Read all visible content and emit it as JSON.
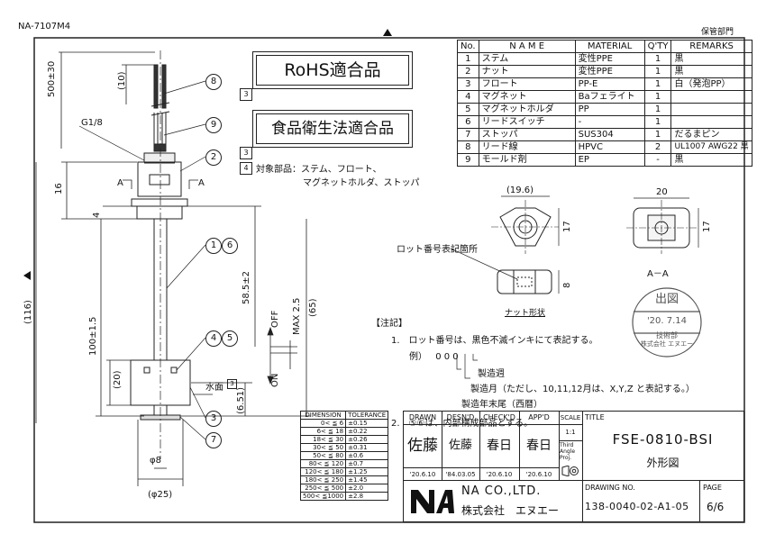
{
  "header": {
    "doc_code": "NA-7107M4",
    "storage": "保管部門"
  },
  "badges": {
    "rohs": "RoHS適合品",
    "food": "食品衛生法適合品",
    "target_parts": "対象部品：ステム、フロート、",
    "target_parts2": "マグネットホルダ、ストッパ"
  },
  "parts_table": {
    "headers": [
      "No.",
      "N A M E",
      "MATERIAL",
      "Q'TY",
      "REMARKS"
    ],
    "rows": [
      {
        "no": "1",
        "name": "ステム",
        "material": "変性PPE",
        "qty": "1",
        "remarks": "黒"
      },
      {
        "no": "2",
        "name": "ナット",
        "material": "変性PPE",
        "qty": "1",
        "remarks": "黒"
      },
      {
        "no": "3",
        "name": "フロート",
        "material": "PP-E",
        "qty": "1",
        "remarks": "白（発泡PP）"
      },
      {
        "no": "4",
        "name": "マグネット",
        "material": "Baフェライト",
        "qty": "1",
        "remarks": ""
      },
      {
        "no": "5",
        "name": "マグネットホルダ",
        "material": "PP",
        "qty": "1",
        "remarks": ""
      },
      {
        "no": "6",
        "name": "リードスイッチ",
        "material": "-",
        "qty": "1",
        "remarks": ""
      },
      {
        "no": "7",
        "name": "ストッパ",
        "material": "SUS304",
        "qty": "1",
        "remarks": "だるまピン"
      },
      {
        "no": "8",
        "name": "リード線",
        "material": "HPVC",
        "qty": "2",
        "remarks": "UL1007 AWG22 黒"
      },
      {
        "no": "9",
        "name": "モールド剤",
        "material": "EP",
        "qty": "-",
        "remarks": "黒"
      }
    ]
  },
  "dims": {
    "d500": "500±30",
    "d10": "(10)",
    "g18": "G1/8",
    "d16": "16",
    "d4": "4",
    "d116": "(116)",
    "d100": "100±1.5",
    "d585": "58.5±2",
    "d65": "(65)",
    "max25": "MAX 2.5",
    "off": "OFF",
    "on": "ON",
    "d20": "(20)",
    "d651": "(6.51)",
    "suimen": "水面",
    "phi8": "φ8",
    "phi25": "(φ25)",
    "nut_w": "(19.6)",
    "nut_h": "17",
    "nut_t": "8",
    "aa_w": "20",
    "aa_h": "17",
    "section_a": "A",
    "aa_label": "A－A",
    "lot_label": "ロット番号表記箇所",
    "nut_shape": "ナット形状"
  },
  "balloons": [
    "8",
    "9",
    "2",
    "1",
    "6",
    "4",
    "5",
    "3",
    "7"
  ],
  "notes": {
    "title": "【注記】",
    "n1": "1.　ロット番号は、黒色不滅インキにて表記する。",
    "example": "例）",
    "example_code": "0 0 0",
    "week": "製造週",
    "month": "製造月（ただし、10,11,12月は、X,Y,Z と表記する。）",
    "year": "製造年末尾（西暦）",
    "n2": "2.　⑤⑥は、内部構成部品とする。"
  },
  "stamp": {
    "top": "出図",
    "date": "'20. 7.14",
    "dept": "技術部",
    "company": "株式会社 エヌエー"
  },
  "tolerance": {
    "headers": [
      "DIMENSION",
      "TOLERANCE"
    ],
    "rows": [
      {
        "dim": "0< ≦ 6",
        "tol": "±0.15"
      },
      {
        "dim": "6< ≦ 18",
        "tol": "±0.22"
      },
      {
        "dim": "18< ≦ 30",
        "tol": "±0.26"
      },
      {
        "dim": "30< ≦ 50",
        "tol": "±0.31"
      },
      {
        "dim": "50< ≦ 80",
        "tol": "±0.6"
      },
      {
        "dim": "80< ≦ 120",
        "tol": "±0.7"
      },
      {
        "dim": "120< ≦ 180",
        "tol": "±1.25"
      },
      {
        "dim": "180< ≦ 250",
        "tol": "±1.45"
      },
      {
        "dim": "250< ≦ 500",
        "tol": "±2.0"
      },
      {
        "dim": "500< ≦1000",
        "tol": "±2.8"
      }
    ]
  },
  "title_block": {
    "drawn": "DRAWN",
    "desnd": "DESN'D",
    "checkd": "CHECK'D",
    "appd": "APP'D",
    "scale": "SCALE",
    "scale_val": "1:1",
    "angle": "Third Angle Proj.",
    "title": "TITLE",
    "part_no": "FSE-0810-BSI",
    "part_name": "外形図",
    "drawn_sig": "佐藤",
    "desnd_sig": "佐藤",
    "check_sig": "春日",
    "app_sig": "春日",
    "drawn_date": "'20.6.10",
    "desnd_date": "'84.03.05",
    "check_date": "'20.6.10",
    "app_date": "'20.6.10",
    "company_en": "NA CO.,LTD.",
    "company_jp": "株式会社　エヌエー",
    "drawing_no_label": "DRAWING NO.",
    "drawing_no": "138-0040-02-A1-05",
    "page_label": "PAGE",
    "page": "6/6"
  }
}
